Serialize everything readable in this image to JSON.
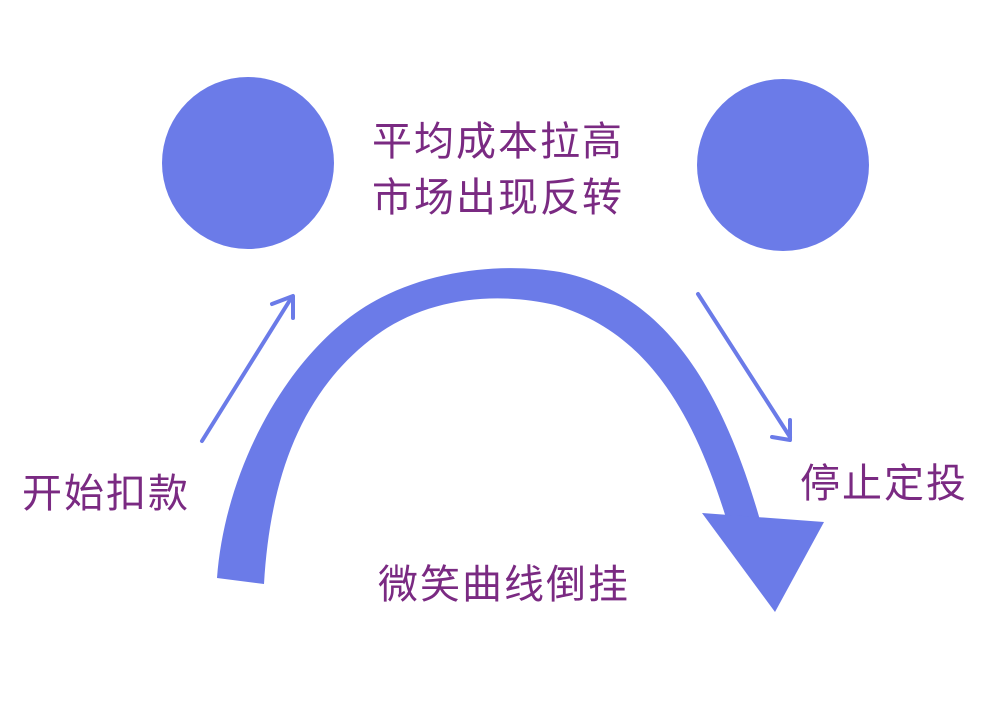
{
  "colors": {
    "shape": "#6b7be8",
    "text": "#7a2a82",
    "background": "#ffffff"
  },
  "labels": {
    "top_line_1": "平均成本拉高",
    "top_line_2": "市场出现反转",
    "start": "开始扣款",
    "stop": "停止定投",
    "bottom": "微笑曲线倒挂"
  }
}
